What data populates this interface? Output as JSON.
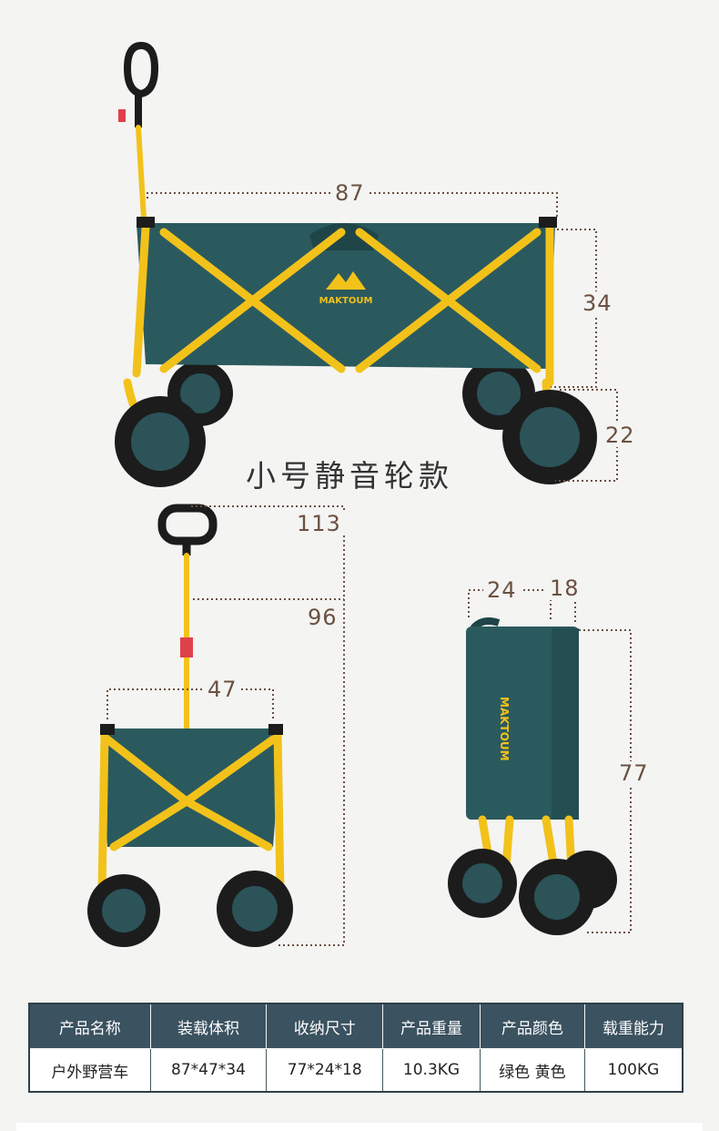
{
  "dimensions": {
    "length": "87",
    "basket_height": "34",
    "wheel_height": "22",
    "handle_max": "113",
    "handle_min": "96",
    "width": "47",
    "folded_width": "24",
    "folded_depth": "18",
    "folded_height": "77"
  },
  "brand": "MAKTOUM",
  "subtitle": "小号静音轮款",
  "table": {
    "headers": [
      "产品名称",
      "装载体积",
      "收纳尺寸",
      "产品重量",
      "产品颜色",
      "载重能力"
    ],
    "values": [
      "户外野营车",
      "87*47*34",
      "77*24*18",
      "10.3KG",
      "绿色 黄色",
      "100KG"
    ]
  },
  "colors": {
    "fabric": "#2b5a5e",
    "frame": "#f2c21b",
    "dimension": "#6b5142",
    "table_header": "#3b5260"
  }
}
